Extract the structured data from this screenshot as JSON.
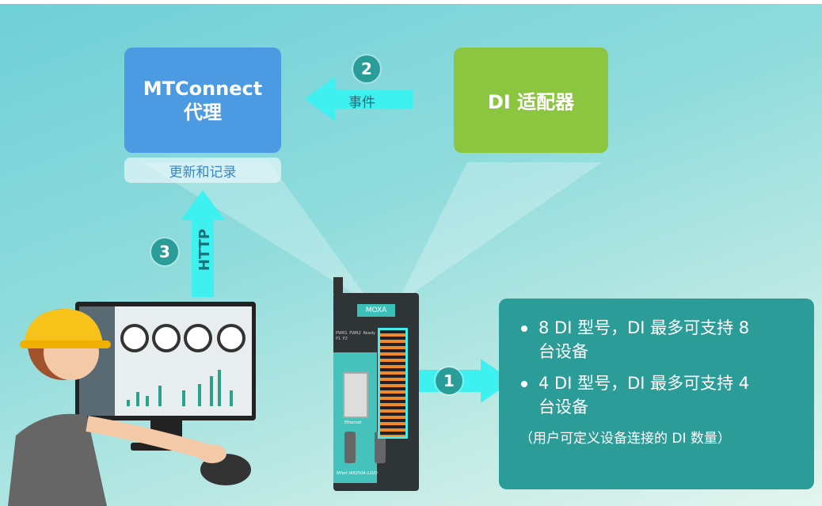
{
  "mtconnect": {
    "title_line1": "MTConnect",
    "title_line2": "代理",
    "subtitle": "更新和记录"
  },
  "di_adapter": {
    "title": "DI 适配器"
  },
  "steps": [
    {
      "number": "1"
    },
    {
      "number": "2",
      "label": "事件"
    },
    {
      "number": "3",
      "label": "HTTP"
    }
  ],
  "info": {
    "items": [
      "8 DI 型号，DI 最多可支持 8 台设备",
      "4 DI 型号，DI 最多可支持 4 台设备"
    ],
    "note": "（用户可定义设备连接的 DI 数量）"
  },
  "device": {
    "brand": "MOXA",
    "leds": [
      "PWR1",
      "PWR2",
      "Ready",
      "P1",
      "P2"
    ],
    "port_label": "Ethernet",
    "model": "NPort IA5250A-12I/O"
  },
  "colors": {
    "mtconnect": "#4c9be2",
    "di": "#8cc640",
    "teal": "#2b9c98",
    "arrow": "#3ff0f0"
  }
}
